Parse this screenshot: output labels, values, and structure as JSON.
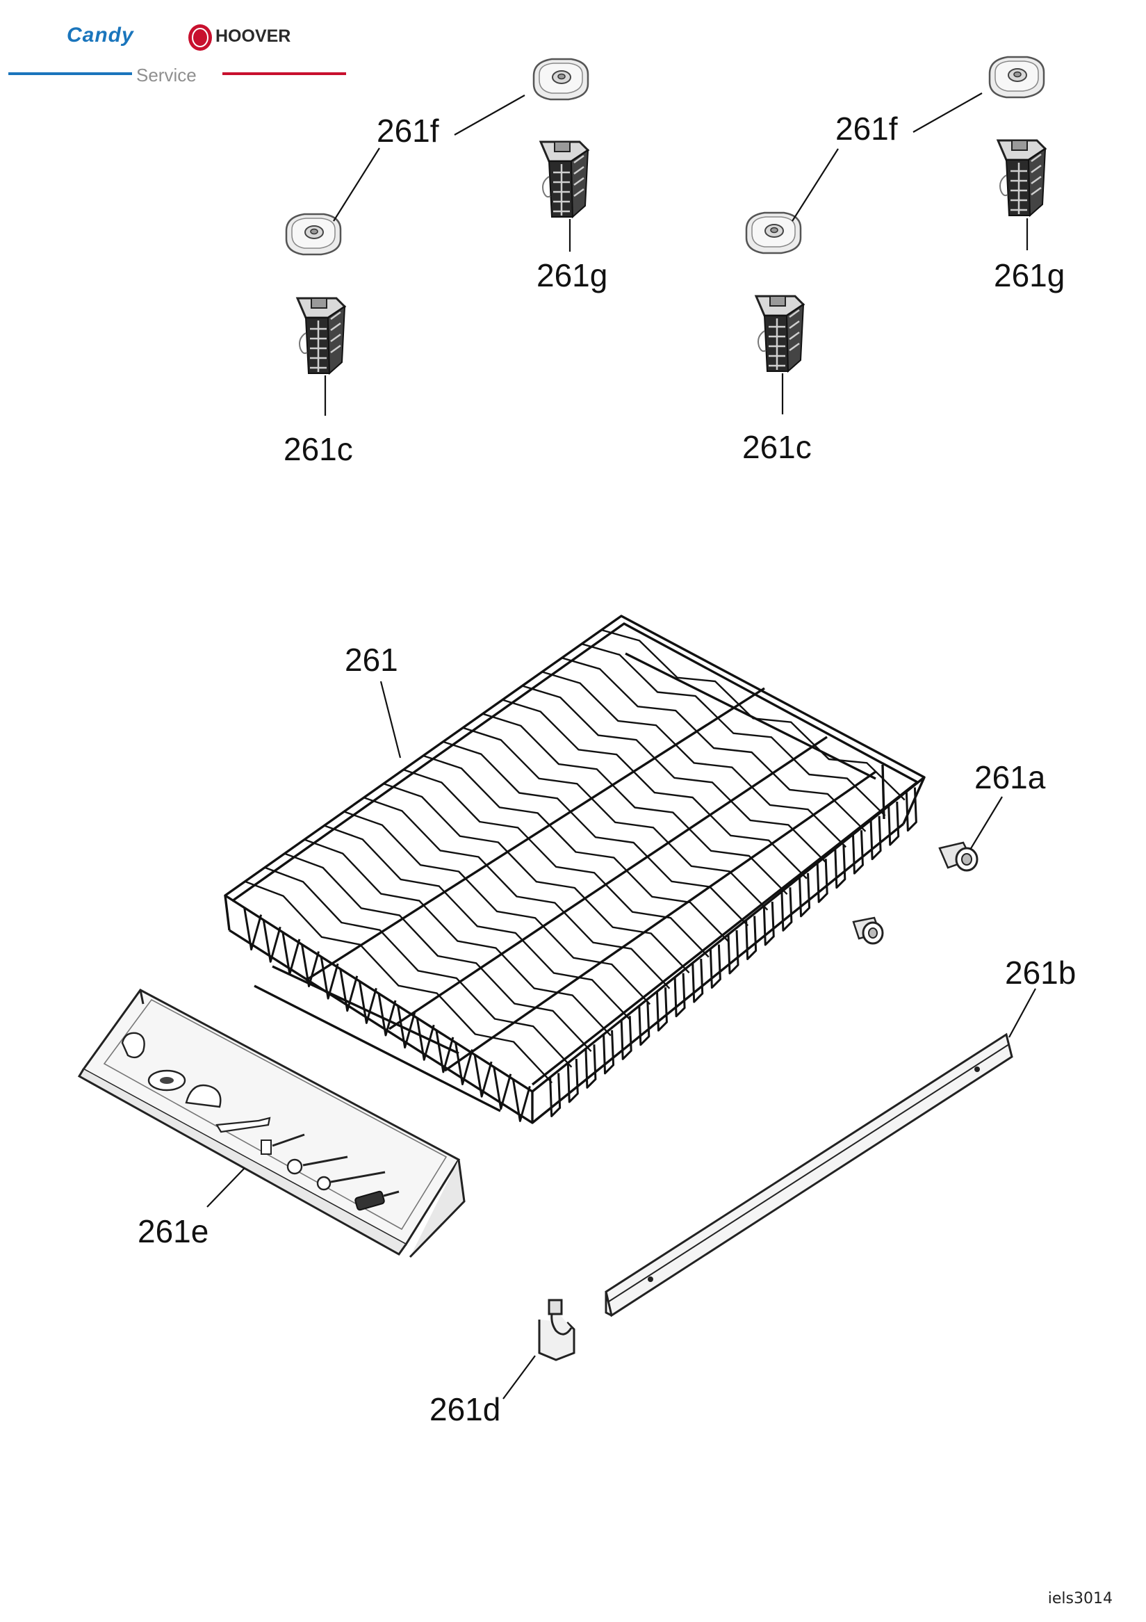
{
  "header": {
    "brand_candy": "Candy",
    "brand_hoover": "HOOVER",
    "brand_service": "Service",
    "colors": {
      "candy_blue": "#1a75bc",
      "hoover_red": "#c8102e",
      "service_grey": "#8f8f8f"
    }
  },
  "labels": [
    {
      "id": "261f-a",
      "text": "261f"
    },
    {
      "id": "261g-a",
      "text": "261g"
    },
    {
      "id": "261c-a",
      "text": "261c"
    },
    {
      "id": "261f-b",
      "text": "261f"
    },
    {
      "id": "261g-b",
      "text": "261g"
    },
    {
      "id": "261c-b",
      "text": "261c"
    },
    {
      "id": "261",
      "text": "261"
    },
    {
      "id": "261a",
      "text": "261a"
    },
    {
      "id": "261b",
      "text": "261b"
    },
    {
      "id": "261e",
      "text": "261e"
    },
    {
      "id": "261d",
      "text": "261d"
    }
  ],
  "footer": {
    "code": "iels3014"
  }
}
